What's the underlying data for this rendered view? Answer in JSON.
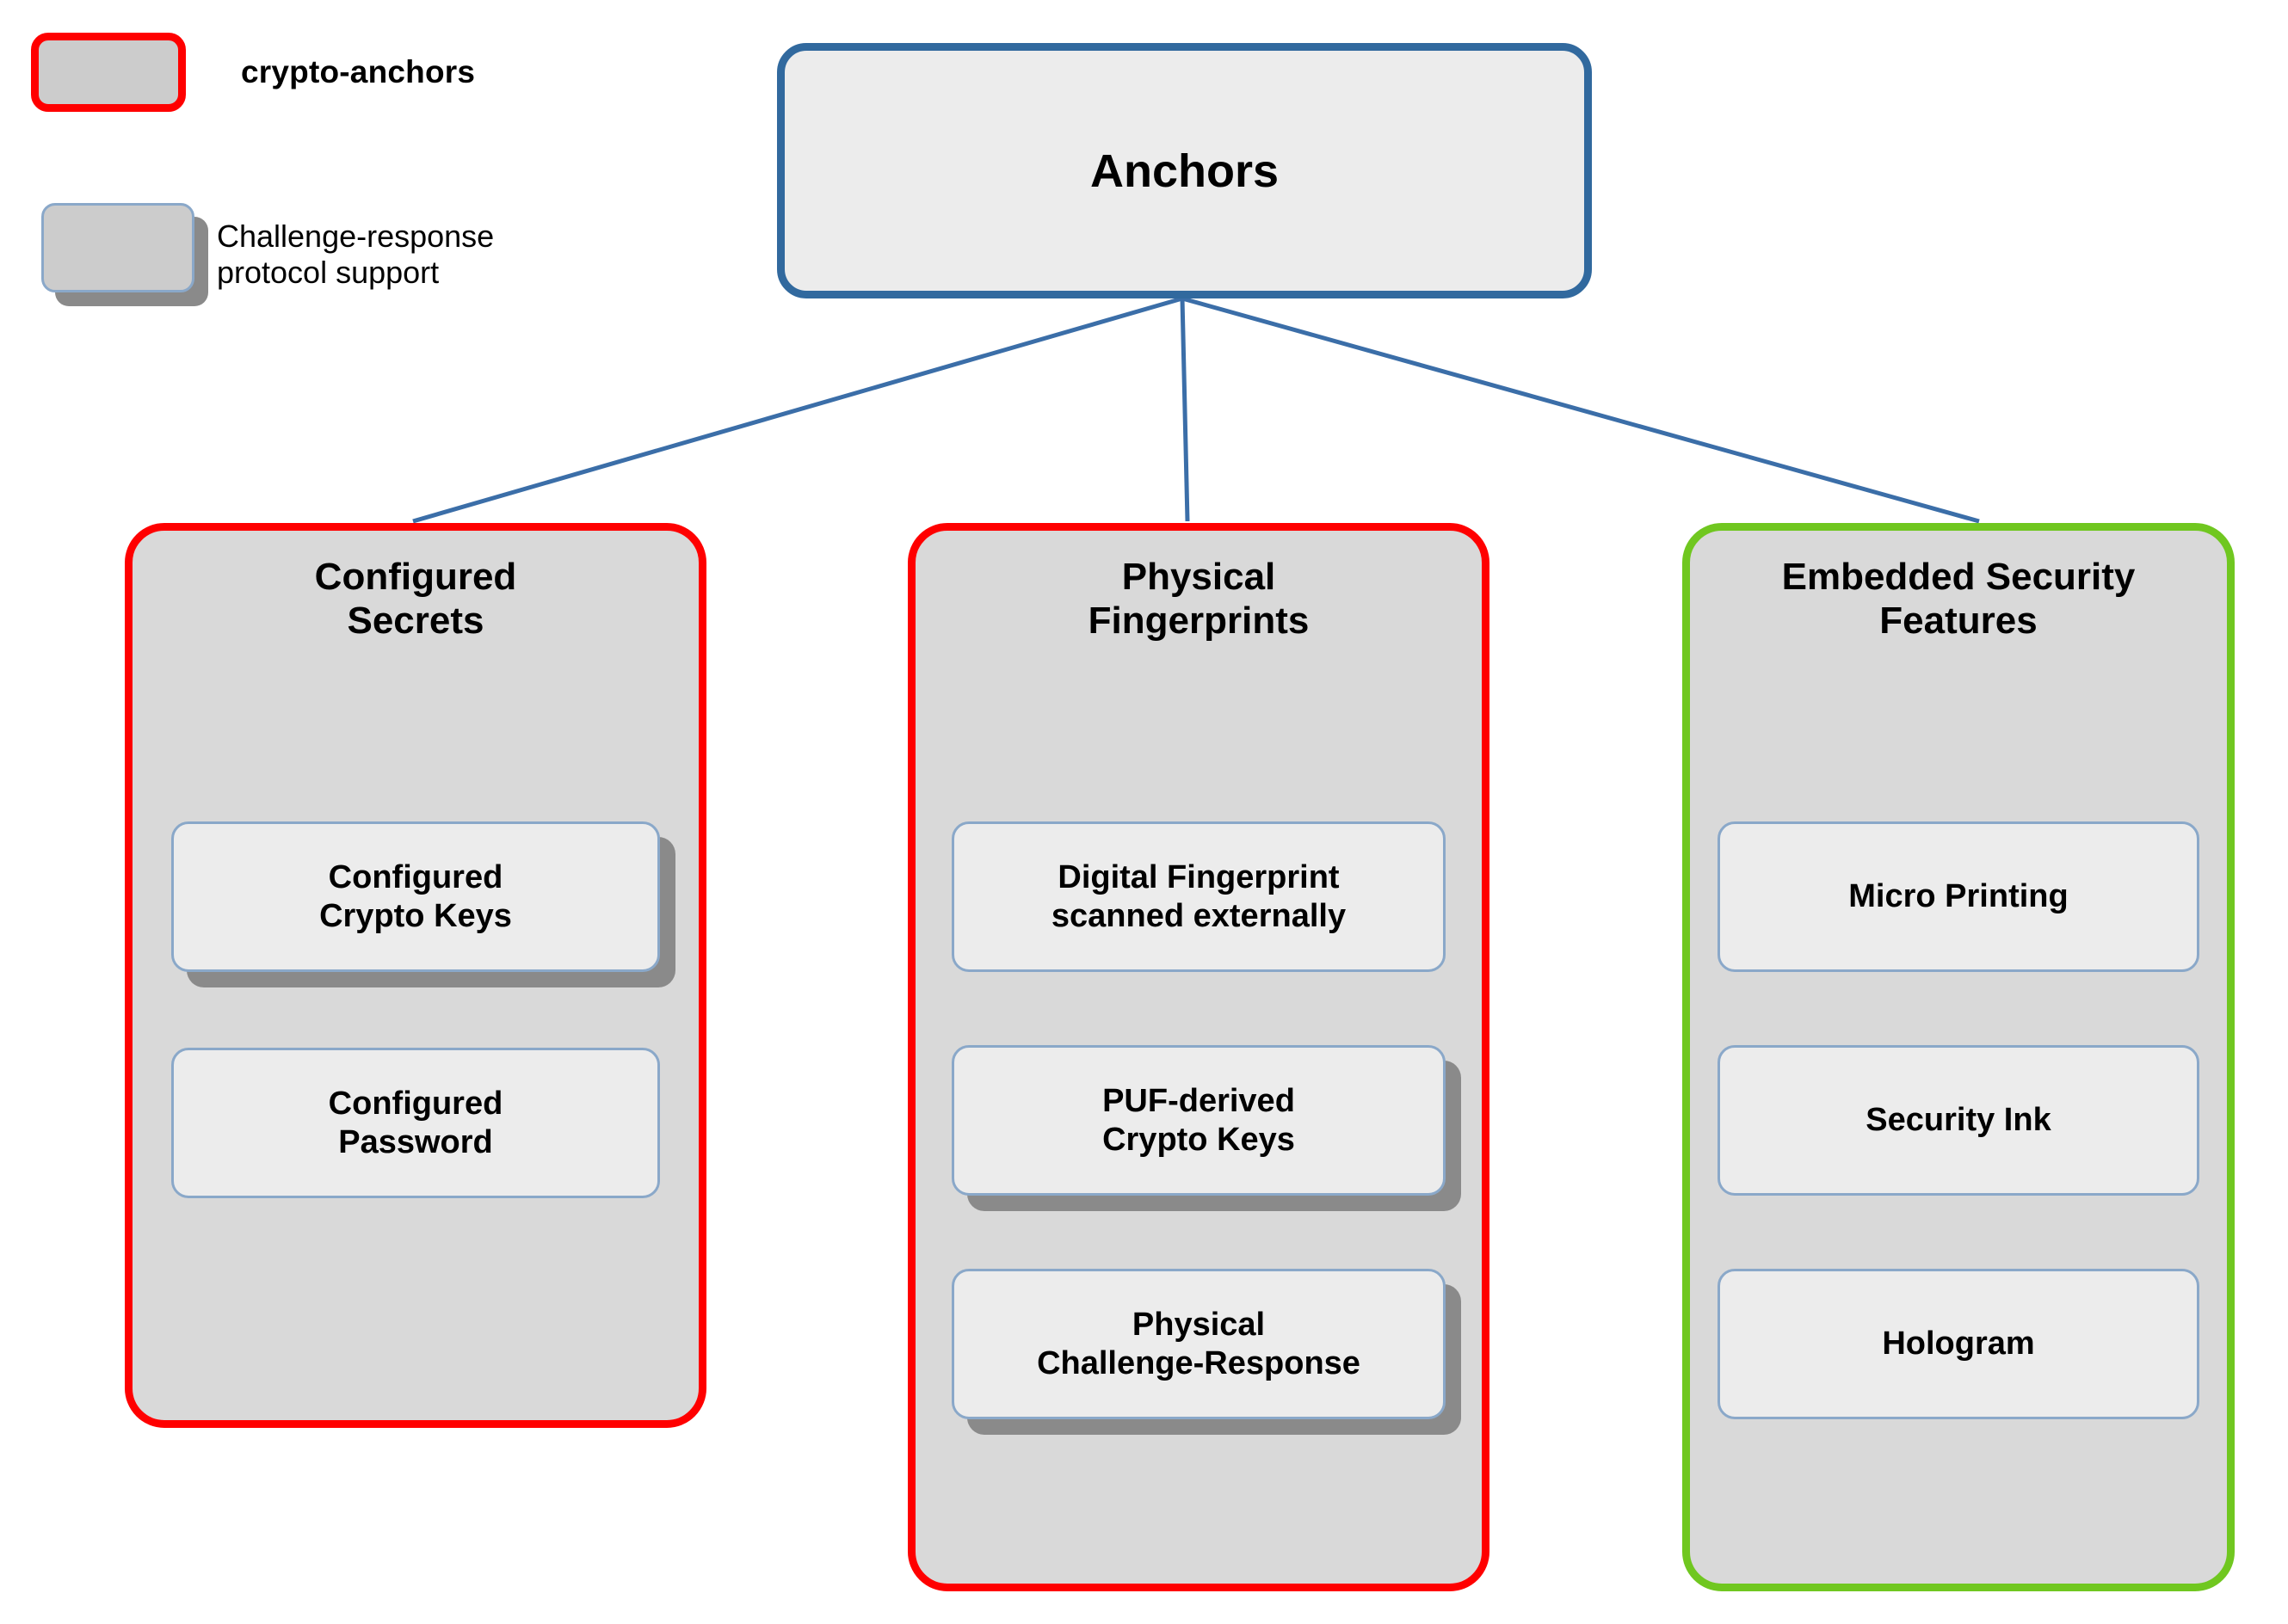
{
  "legend": {
    "items": [
      {
        "key": "crypto-anchors",
        "label": "crypto-anchors",
        "swatch_fill": "#cccccc",
        "swatch_border": "#ff0000",
        "bold": true,
        "shadow": false
      },
      {
        "key": "challenge-response",
        "label": "Challenge-response\nprotocol support",
        "swatch_fill": "#cccccc",
        "swatch_border": "#8aa8c9",
        "bold": false,
        "shadow": true,
        "shadow_color": "#8a8a8a"
      }
    ]
  },
  "root": {
    "title": "Anchors",
    "border_color": "#31699e",
    "fill_color": "#ececec"
  },
  "edge_color": "#3b6ea8",
  "categories": [
    {
      "id": "configured-secrets",
      "title": "Configured\nSecrets",
      "border_color": "#ff0000",
      "fill_color": "#d9d9d9",
      "is_crypto_anchor": true,
      "items": [
        {
          "id": "configured-crypto-keys",
          "label": "Configured\nCrypto Keys",
          "challenge_response": true
        },
        {
          "id": "configured-password",
          "label": "Configured\nPassword",
          "challenge_response": false
        }
      ]
    },
    {
      "id": "physical-fingerprints",
      "title": "Physical\nFingerprints",
      "border_color": "#ff0000",
      "fill_color": "#d9d9d9",
      "is_crypto_anchor": true,
      "items": [
        {
          "id": "digital-fingerprint-scanned-externally",
          "label": "Digital Fingerprint\nscanned externally",
          "challenge_response": false
        },
        {
          "id": "puf-derived-crypto-keys",
          "label": "PUF-derived\nCrypto Keys",
          "challenge_response": true
        },
        {
          "id": "physical-challenge-response",
          "label": "Physical\nChallenge-Response",
          "challenge_response": true
        }
      ]
    },
    {
      "id": "embedded-security-features",
      "title": "Embedded Security\nFeatures",
      "border_color": "#70c720",
      "fill_color": "#d9d9d9",
      "is_crypto_anchor": false,
      "items": [
        {
          "id": "micro-printing",
          "label": "Micro Printing",
          "challenge_response": false
        },
        {
          "id": "security-ink",
          "label": "Security Ink",
          "challenge_response": false
        },
        {
          "id": "hologram",
          "label": "Hologram",
          "challenge_response": false
        }
      ]
    }
  ]
}
